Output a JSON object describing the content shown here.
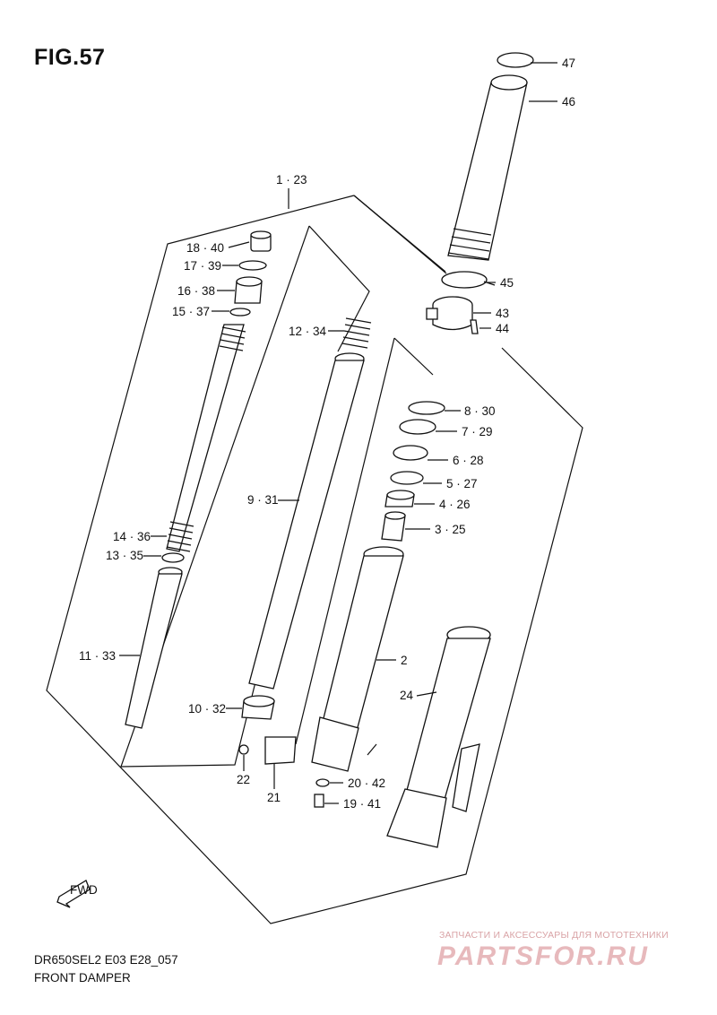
{
  "figure": {
    "title": "FIG.57",
    "model_code": "DR650SEL2 E03 E28_057",
    "name": "FRONT DAMPER"
  },
  "watermark": {
    "tagline": "ЗАПЧАСТИ И АКСЕССУАРЫ ДЛЯ МОТОТЕХНИКИ",
    "logo": "PARTSFOR.RU"
  },
  "fwd_label": "FWD",
  "callouts": [
    {
      "id": "c47",
      "text": "47"
    },
    {
      "id": "c46",
      "text": "46"
    },
    {
      "id": "c1_23",
      "text": "1 · 23"
    },
    {
      "id": "c18_40",
      "text": "18 · 40"
    },
    {
      "id": "c17_39",
      "text": "17 · 39"
    },
    {
      "id": "c16_38",
      "text": "16 · 38"
    },
    {
      "id": "c15_37",
      "text": "15 · 37"
    },
    {
      "id": "c12_34",
      "text": "12 · 34"
    },
    {
      "id": "c45",
      "text": "45"
    },
    {
      "id": "c43",
      "text": "43"
    },
    {
      "id": "c44",
      "text": "44"
    },
    {
      "id": "c8_30",
      "text": "8 · 30"
    },
    {
      "id": "c7_29",
      "text": "7 · 29"
    },
    {
      "id": "c6_28",
      "text": "6 · 28"
    },
    {
      "id": "c5_27",
      "text": "5 · 27"
    },
    {
      "id": "c4_26",
      "text": "4 · 26"
    },
    {
      "id": "c3_25",
      "text": "3 · 25"
    },
    {
      "id": "c9_31",
      "text": "9 · 31"
    },
    {
      "id": "c14_36",
      "text": "14 · 36"
    },
    {
      "id": "c13_35",
      "text": "13 · 35"
    },
    {
      "id": "c2",
      "text": "2"
    },
    {
      "id": "c11_33",
      "text": "11 · 33"
    },
    {
      "id": "c24",
      "text": "24"
    },
    {
      "id": "c10_32",
      "text": "10 · 32"
    },
    {
      "id": "c22",
      "text": "22"
    },
    {
      "id": "c21",
      "text": "21"
    },
    {
      "id": "c20_42",
      "text": "20 · 42"
    },
    {
      "id": "c19_41",
      "text": "19 · 41"
    }
  ]
}
